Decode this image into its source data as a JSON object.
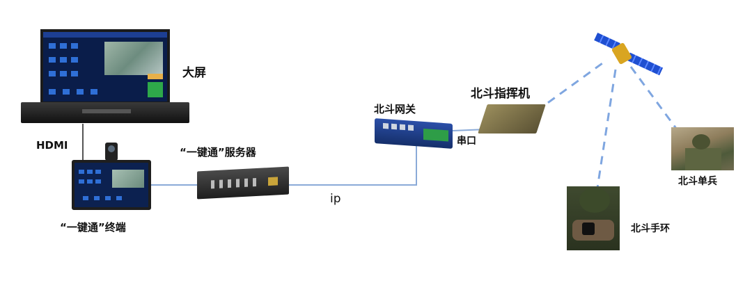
{
  "labels": {
    "big_screen": "大屏",
    "hdmi": "HDMI",
    "terminal": "“一键通”终端",
    "server": "“一键通”服务器",
    "ip": "ip",
    "gateway": "北斗网关",
    "serial": "串口",
    "commander": "北斗指挥机",
    "soldier": "北斗单兵",
    "wristband": "北斗手环"
  },
  "colors": {
    "solid_link": "#8aaad8",
    "dashed_link": "#7fa6e0",
    "hdmi_link": "#555555",
    "screen_blue": "#0a1d4a",
    "gateway_blue": "#1f3f8f",
    "terminal_green": "#2e9d47",
    "satellite_panel": "#1f4fd1",
    "satellite_body": "#d9a521"
  },
  "icons": [
    "big-screen-icon",
    "terminal-icon",
    "camera-icon",
    "server-icon",
    "gateway-icon",
    "commander-icon",
    "satellite-icon",
    "soldier-photo",
    "wristband-photo"
  ]
}
